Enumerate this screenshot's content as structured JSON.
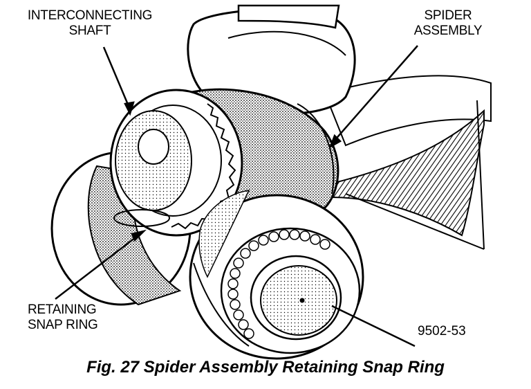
{
  "labels": {
    "interconnecting_shaft_line1": "INTERCONNECTING",
    "interconnecting_shaft_line2": "SHAFT",
    "spider_assembly_line1": "SPIDER",
    "spider_assembly_line2": "ASSEMBLY",
    "retaining_snap_ring_line1": "RETAINING",
    "retaining_snap_ring_line2": "SNAP RING"
  },
  "figure_code": "9502-53",
  "caption": "Fig. 27 Spider Assembly Retaining Snap Ring"
}
